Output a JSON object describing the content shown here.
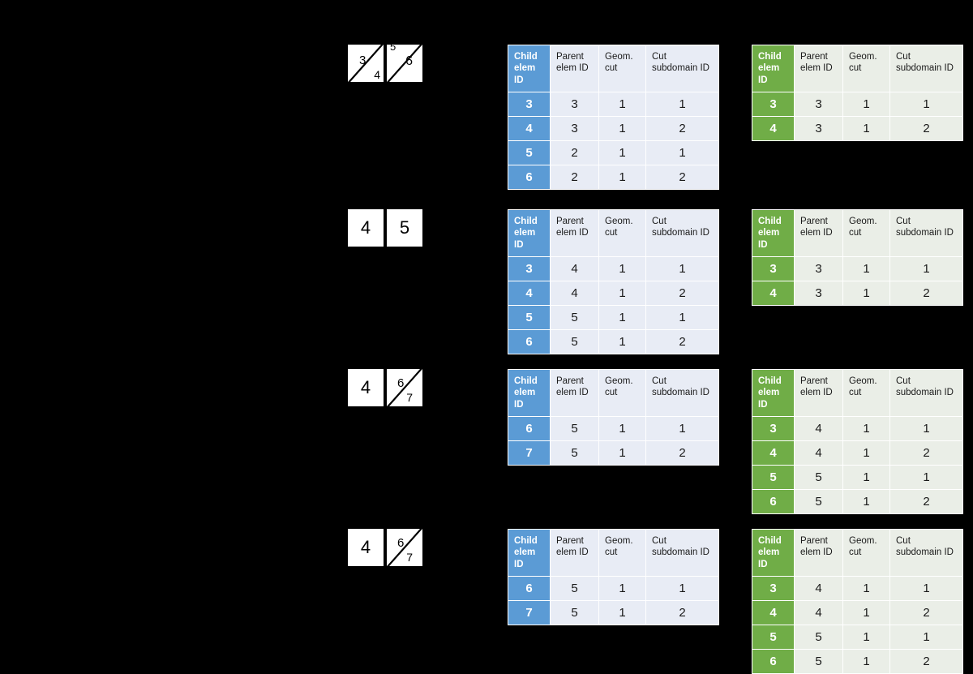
{
  "figure": {
    "background": "#000000",
    "accent_blue": "#5B9BD5",
    "accent_green": "#70AD47",
    "highlight_red": "#FF0000",
    "blue_cell_bg": "#E8ECF5",
    "green_cell_bg": "#EAEEE7"
  },
  "columns": [
    "Child elem ID",
    "Parent elem ID",
    "Geom. cut",
    "Cut subdomain ID"
  ],
  "headers": {
    "child_elem_id": "Child elem ID",
    "parent_elem_id": "Parent elem ID",
    "geom_cut": "Geom. cut",
    "cut_subdomain_id": "Cut subdomain ID"
  },
  "rows": [
    {
      "id": "row-1",
      "diagram": {
        "left_square": {
          "has_diagonal": true,
          "upper_label": "3",
          "lower_label": "4"
        },
        "right_square": {
          "has_diagonal": true,
          "upper_label": "5",
          "lower_label": "6"
        }
      },
      "blue_table": {
        "accent": "#5B9BD5",
        "data": [
          {
            "child": "3",
            "parent": "3",
            "geom": "1",
            "subdomain": "1",
            "hl": false
          },
          {
            "child": "4",
            "parent": "3",
            "geom": "1",
            "subdomain": "2",
            "hl": false
          },
          {
            "child": "5",
            "parent": "2",
            "geom": "1",
            "subdomain": "1",
            "hl": false
          },
          {
            "child": "6",
            "parent": "2",
            "geom": "1",
            "subdomain": "2",
            "hl": false
          }
        ]
      },
      "green_table": {
        "accent": "#70AD47",
        "data": [
          {
            "child": "3",
            "parent": "3",
            "geom": "1",
            "subdomain": "1",
            "hl": false
          },
          {
            "child": "4",
            "parent": "3",
            "geom": "1",
            "subdomain": "2",
            "hl": false
          }
        ]
      }
    },
    {
      "id": "row-2",
      "diagram": {
        "left_square": {
          "has_diagonal": false,
          "upper_label": "4",
          "lower_label": ""
        },
        "right_square": {
          "has_diagonal": false,
          "upper_label": "5",
          "lower_label": ""
        }
      },
      "blue_table": {
        "accent": "#5B9BD5",
        "data": [
          {
            "child": "3",
            "parent": "4",
            "geom": "1",
            "subdomain": "1",
            "hl": false
          },
          {
            "child": "4",
            "parent": "4",
            "geom": "1",
            "subdomain": "2",
            "hl": false
          },
          {
            "child": "5",
            "parent": "5",
            "geom": "1",
            "subdomain": "1",
            "hl": false
          },
          {
            "child": "6",
            "parent": "5",
            "geom": "1",
            "subdomain": "2",
            "hl": false
          }
        ]
      },
      "green_table": {
        "accent": "#70AD47",
        "data": [
          {
            "child": "3",
            "parent": "3",
            "geom": "1",
            "subdomain": "1",
            "hl": false
          },
          {
            "child": "4",
            "parent": "3",
            "geom": "1",
            "subdomain": "2",
            "hl": false
          }
        ]
      }
    },
    {
      "id": "row-3",
      "diagram": {
        "left_square": {
          "has_diagonal": false,
          "upper_label": "4",
          "lower_label": ""
        },
        "right_square": {
          "has_diagonal": true,
          "upper_label": "6",
          "lower_label": "7"
        }
      },
      "blue_table": {
        "accent": "#5B9BD5",
        "data": [
          {
            "child": "6",
            "parent": "5",
            "geom": "1",
            "subdomain": "1",
            "hl": true
          },
          {
            "child": "7",
            "parent": "5",
            "geom": "1",
            "subdomain": "2",
            "hl": true
          }
        ]
      },
      "green_table": {
        "accent": "#70AD47",
        "data": [
          {
            "child": "3",
            "parent": "4",
            "geom": "1",
            "subdomain": "1",
            "hl": false
          },
          {
            "child": "4",
            "parent": "4",
            "geom": "1",
            "subdomain": "2",
            "hl": false
          },
          {
            "child": "5",
            "parent": "5",
            "geom": "1",
            "subdomain": "1",
            "hl": true
          },
          {
            "child": "6",
            "parent": "5",
            "geom": "1",
            "subdomain": "2",
            "hl": true
          }
        ]
      }
    },
    {
      "id": "row-4",
      "diagram": {
        "left_square": {
          "has_diagonal": false,
          "upper_label": "4",
          "lower_label": ""
        },
        "right_square": {
          "has_diagonal": true,
          "upper_label": "6",
          "lower_label": "7"
        }
      },
      "blue_table": {
        "accent": "#5B9BD5",
        "data": [
          {
            "child": "6",
            "parent": "5",
            "geom": "1",
            "subdomain": "1",
            "hl": false
          },
          {
            "child": "7",
            "parent": "5",
            "geom": "1",
            "subdomain": "2",
            "hl": false
          }
        ]
      },
      "green_table": {
        "accent": "#70AD47",
        "data": [
          {
            "child": "3",
            "parent": "4",
            "geom": "1",
            "subdomain": "1",
            "hl": false
          },
          {
            "child": "4",
            "parent": "4",
            "geom": "1",
            "subdomain": "2",
            "hl": false
          },
          {
            "child": "5",
            "parent": "5",
            "geom": "1",
            "subdomain": "1",
            "hl": false
          },
          {
            "child": "6",
            "parent": "5",
            "geom": "1",
            "subdomain": "2",
            "hl": false
          }
        ]
      }
    }
  ]
}
